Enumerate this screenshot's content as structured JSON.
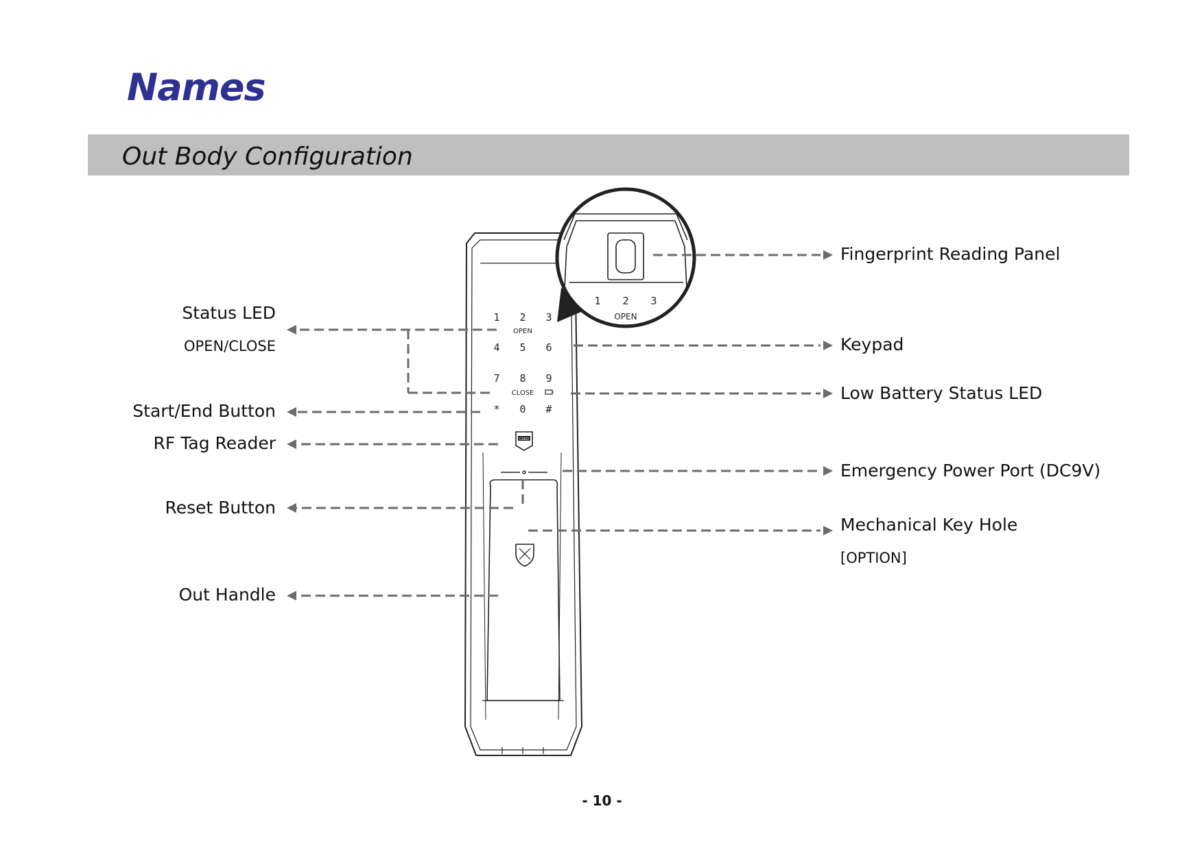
{
  "title": "Names",
  "section": "Out Body Configuration",
  "labels_left": {
    "status_led": "Status LED",
    "open_close": "OPEN/CLOSE",
    "start_end_button": "Start/End Button",
    "rf_tag_reader": "RF Tag Reader",
    "reset_button": "Reset Button",
    "out_handle": "Out Handle"
  },
  "labels_right": {
    "fingerprint_panel": "Fingerprint Reading Panel",
    "keypad": "Keypad",
    "low_battery_led": "Low Battery Status LED",
    "emergency_power_port": "Emergency Power Port (DC9V)",
    "mechanical_key_hole": "Mechanical Key Hole",
    "option": "[OPTION]"
  },
  "keypad": {
    "row1": [
      "1",
      "2",
      "3"
    ],
    "row2": [
      "4",
      "5",
      "6"
    ],
    "row3": [
      "7",
      "8",
      "9"
    ],
    "row4": [
      "*",
      "0",
      "#"
    ],
    "open_label": "OPEN",
    "close_label": "CLOSE",
    "card_label": "CARD"
  },
  "zoom": {
    "keys": [
      "1",
      "2",
      "3"
    ],
    "open_label": "OPEN"
  },
  "page_number": "- 10 -",
  "colors": {
    "title": "#2e3191",
    "band": "#bfbfbf",
    "leader": "#6b6b6b"
  }
}
